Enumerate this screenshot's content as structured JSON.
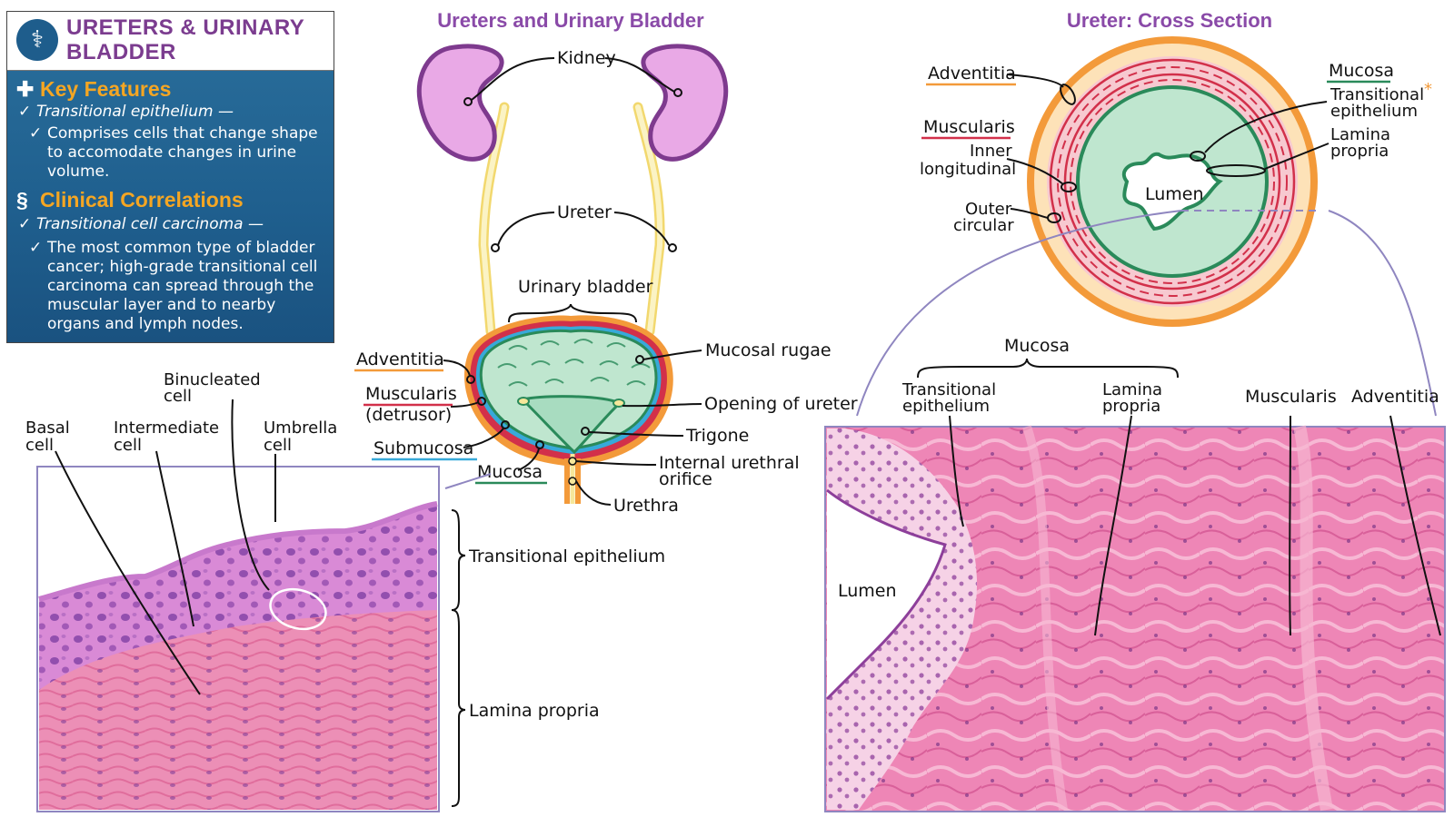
{
  "sidebar": {
    "title": "URETERS & URINARY BLADDER",
    "logo_icon": "caduceus-icon",
    "sections": [
      {
        "heading": "Key Features",
        "icon": "plus-icon",
        "point": "Transitional epithelium —",
        "detail_lines": [
          "Comprises cells that change shape",
          "to accomodate changes in urine",
          "volume."
        ]
      },
      {
        "heading": "Clinical Correlations",
        "icon": "caduceus-icon",
        "point": "Transitional cell carcinoma —",
        "detail_lines": [
          "The most common type of bladder",
          "cancer; high-grade transitional cell",
          "carcinoma can spread through the",
          "muscular layer and to nearby",
          "organs and lymph nodes."
        ]
      }
    ]
  },
  "diagram_center": {
    "title": "Ureters and Urinary Bladder",
    "labels": {
      "kidney": "Kidney",
      "ureter": "Ureter",
      "urinary_bladder": "Urinary bladder",
      "mucosal_rugae": "Mucosal rugae",
      "adventitia": "Adventitia",
      "muscularis": "Muscularis",
      "detrusor": "(detrusor)",
      "submucosa": "Submucosa",
      "mucosa": "Mucosa",
      "opening_of_ureter": "Opening of ureter",
      "trigone": "Trigone",
      "internal_urethral_1": "Internal urethral",
      "internal_urethral_2": "orifice",
      "urethra": "Urethra"
    }
  },
  "cross_section": {
    "title": "Ureter: Cross Section",
    "labels": {
      "adventitia": "Adventitia",
      "muscularis": "Muscularis",
      "inner_1": "Inner",
      "inner_2": "longitudinal",
      "outer_1": "Outer",
      "outer_2": "circular",
      "mucosa": "Mucosa",
      "transitional_1": "Transitional",
      "transitional_2": "epithelium",
      "asterisk": "*",
      "lamina_1": "Lamina",
      "lamina_2": "propria",
      "lumen": "Lumen"
    }
  },
  "micrograph_left": {
    "labels": {
      "basal_1": "Basal",
      "basal_2": "cell",
      "intermediate_1": "Intermediate",
      "intermediate_2": "cell",
      "binucleated_1": "Binucleated",
      "binucleated_2": "cell",
      "umbrella_1": "Umbrella",
      "umbrella_2": "cell",
      "transitional_epithelium": "Transitional epithelium",
      "lamina_propria": "Lamina propria"
    }
  },
  "micrograph_right": {
    "labels": {
      "mucosa": "Mucosa",
      "transitional_1": "Transitional",
      "transitional_2": "epithelium",
      "lamina_1": "Lamina",
      "lamina_2": "propria",
      "muscularis": "Muscularis",
      "adventitia": "Adventitia",
      "lumen": "Lumen"
    }
  },
  "colors": {
    "title_purple": "#8a4aa8",
    "kidney_fill": "#e9a9e6",
    "kidney_stroke": "#7e3a8e",
    "ureter_yellow": "#f6e79a",
    "adventitia_orange": "#f39a3a",
    "muscularis_red": "#d2304a",
    "submucosa_blue": "#38a9d9",
    "mucosa_green": "#2a8a5a",
    "lumen_fill": "#bfe6cf",
    "sidebar_blue": "#1f5f8e",
    "sidebar_accent": "#f5a623"
  }
}
